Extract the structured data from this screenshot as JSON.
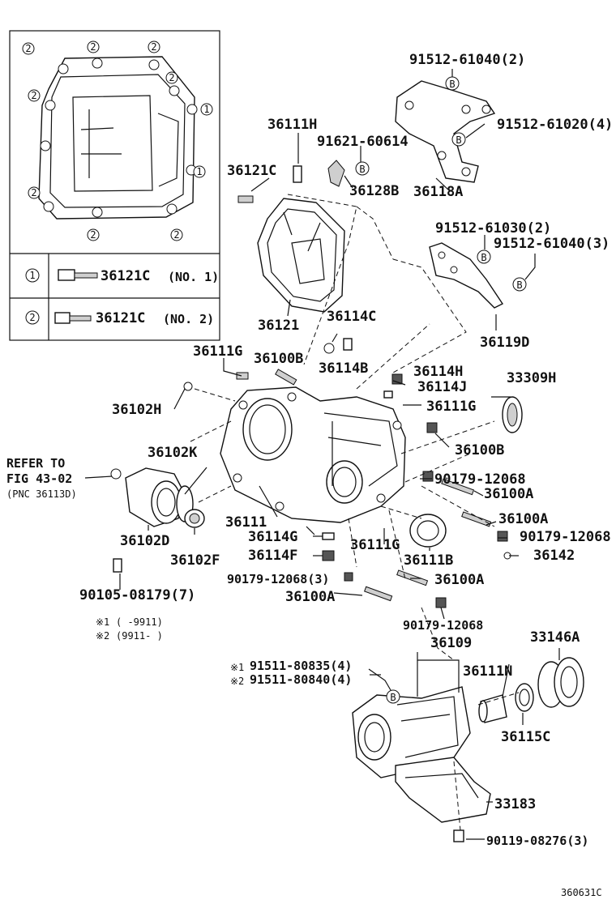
{
  "legend": {
    "key1_symbol": "①",
    "key2_symbol": "②",
    "key1_part": "36121C",
    "key1_note": "(NO. 1)",
    "key2_part": "36121C",
    "key2_note": "(NO. 2)",
    "bolt_marker_1": "1",
    "bolt_marker_2": "2"
  },
  "callouts": {
    "p91512_61040_2": "91512-61040(2)",
    "p91512_61020_4": "91512-61020(4)",
    "p36111H": "36111H",
    "p91621_60614": "91621-60614",
    "p36121C": "36121C",
    "p36128B": "36128B",
    "p36118A": "36118A",
    "p91512_61030_2": "91512-61030(2)",
    "p91512_61040_3": "91512-61040(3)",
    "p36121": "36121",
    "p36114C": "36114C",
    "p36119D": "36119D",
    "p36111G_a": "36111G",
    "p36100B_a": "36100B",
    "p36114B": "36114B",
    "p36114H": "36114H",
    "p36114J": "36114J",
    "p33309H": "33309H",
    "p36102H": "36102H",
    "p36111G_b": "36111G",
    "p36100B_b": "36100B",
    "p36102K": "36102K",
    "p90179_12068_a": "90179-12068",
    "p36100A_a": "36100A",
    "p36111": "36111",
    "p36100A_b": "36100A",
    "p36114G": "36114G",
    "p36111G_c": "36111G",
    "p90179_12068_b": "90179-12068",
    "p36102D": "36102D",
    "p36102F": "36102F",
    "p36114F": "36114F",
    "p36111B": "36111B",
    "p36142": "36142",
    "p90179_12068_3": "90179-12068(3)",
    "p36100A_c": "36100A",
    "p90105_08179_7": "90105-08179(7)",
    "p36100A_d": "36100A",
    "p90179_12068_c": "90179-12068",
    "p36109": "36109",
    "p33146A": "33146A",
    "p91511_80835_4": "91511-80835(4)",
    "p91511_80840_4": "91511-80840(4)",
    "p36111N": "36111N",
    "p36115C": "36115C",
    "p33183": "33183",
    "p90119_08276_3": "90119-08276(3)"
  },
  "refer": {
    "line1": "REFER TO",
    "line2": "FIG 43-02",
    "line3": "(PNC 36113D)"
  },
  "notes": {
    "n1_mark": "※1",
    "n1_text": "(     -9911)",
    "n2_mark": "※2",
    "n2_text": "(9911-     )",
    "star1": "※1",
    "star2": "※2"
  },
  "markers": {
    "b": "B"
  },
  "footer": {
    "code": "360631C"
  }
}
